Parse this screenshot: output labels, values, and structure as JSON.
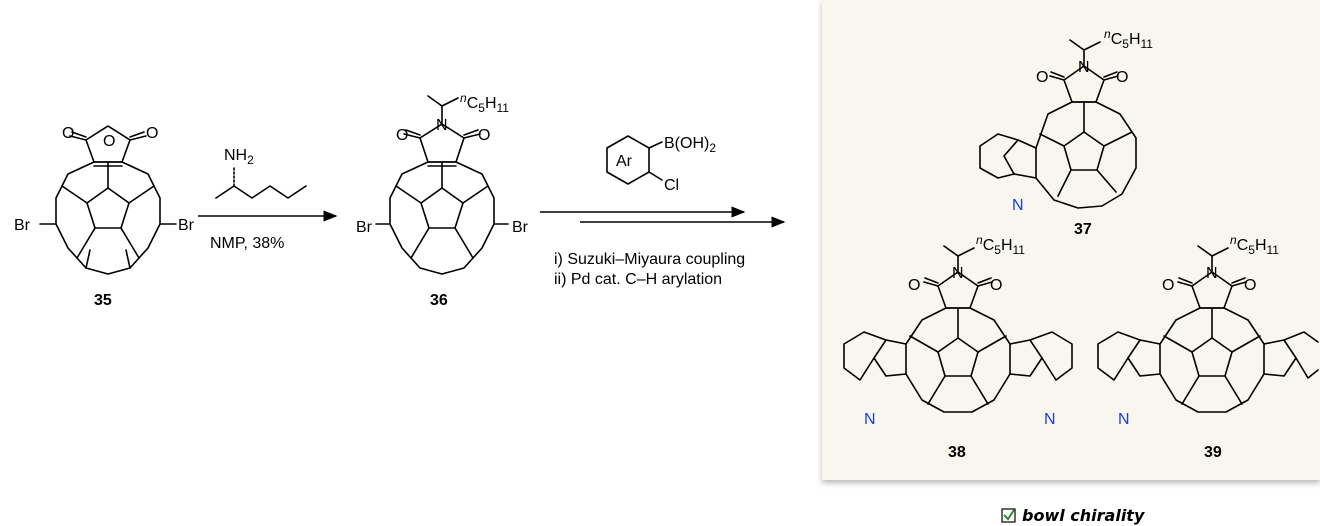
{
  "compounds": {
    "c35": "35",
    "c36": "36",
    "c37": "37",
    "c38": "38",
    "c39": "39"
  },
  "atoms": {
    "br": "Br",
    "n": "N",
    "o": "O",
    "nh2": "NH2",
    "boh2": "B(OH)2",
    "cl": "Cl",
    "ar": "Ar",
    "alkyl": "nC5H11"
  },
  "step1": {
    "conditions": "NMP, 38%"
  },
  "step2": {
    "line1": "i)  Suzuki–Miyaura coupling",
    "line2": "ii) Pd cat. C–H arylation"
  },
  "footnote": {
    "check_icon": "checkbox-checked-icon",
    "text": "bowl chirality"
  },
  "colors": {
    "panel_bg": "#f8f6ee",
    "nitrogen": "#1a3fd6"
  }
}
